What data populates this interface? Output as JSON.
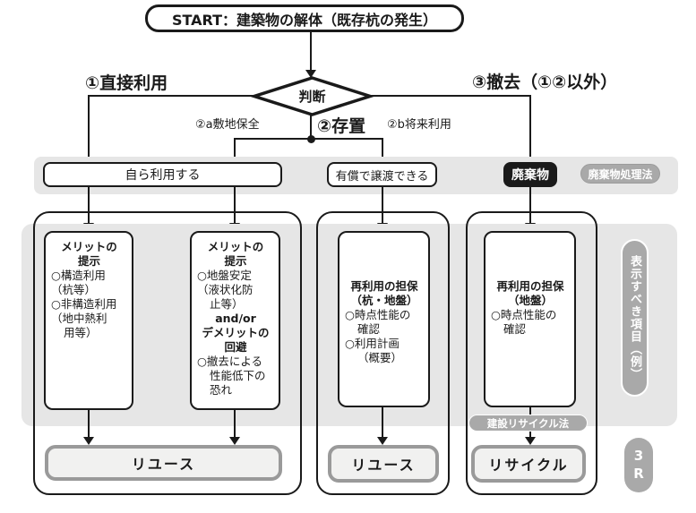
{
  "title": "START：建築物の解体（既存杭の発生）",
  "decision": "判断",
  "branches": {
    "b1": "①直接利用",
    "b2": "②存置",
    "b2a": "②a敷地保全",
    "b2b": "②b将来利用",
    "b3": "③撤去（①②以外）"
  },
  "band1": {
    "own_use": "自ら利用する",
    "paid_transfer": "有償で譲渡できる",
    "waste": "廃棄物",
    "waste_law": "廃棄物処理法"
  },
  "boxes": {
    "a": {
      "lines": [
        {
          "t": "メリットの",
          "s": "hc"
        },
        {
          "t": "提示",
          "s": "hc"
        },
        {
          "t": "○構造利用",
          "s": "n"
        },
        {
          "t": "（杭等）",
          "s": "n"
        },
        {
          "t": "○非構造利用",
          "s": "n"
        },
        {
          "t": "（地中熱利",
          "s": "n"
        },
        {
          "t": "用等）",
          "s": "ind"
        }
      ]
    },
    "b": {
      "lines": [
        {
          "t": "メリットの",
          "s": "hc"
        },
        {
          "t": "提示",
          "s": "hc"
        },
        {
          "t": "○地盤安定",
          "s": "n"
        },
        {
          "t": "（液状化防",
          "s": "n"
        },
        {
          "t": "止等）",
          "s": "ind"
        },
        {
          "t": "and/or",
          "s": "hc"
        },
        {
          "t": "デメリットの",
          "s": "hc"
        },
        {
          "t": "回避",
          "s": "hc"
        },
        {
          "t": "○撤去による",
          "s": "n"
        },
        {
          "t": "性能低下の",
          "s": "ind"
        },
        {
          "t": "恐れ",
          "s": "ind"
        }
      ]
    },
    "c": {
      "lines": [
        {
          "t": "再利用の担保",
          "s": "hc"
        },
        {
          "t": "（杭・地盤）",
          "s": "hc"
        },
        {
          "t": "○時点性能の",
          "s": "n"
        },
        {
          "t": "確認",
          "s": "ind"
        },
        {
          "t": "○利用計画",
          "s": "n"
        },
        {
          "t": "（概要）",
          "s": "ind"
        }
      ]
    },
    "d": {
      "lines": [
        {
          "t": "再利用の担保",
          "s": "hc"
        },
        {
          "t": "（地盤）",
          "s": "hc"
        },
        {
          "t": "○時点性能の",
          "s": "n"
        },
        {
          "t": "確認",
          "s": "ind"
        }
      ]
    }
  },
  "outcomes": {
    "reuse_left": "リユース",
    "reuse_mid": "リユース",
    "recycle": "リサイクル",
    "recycle_law": "建設リサイクル法"
  },
  "side": {
    "display_items": "表示すべき項目（例）",
    "three_r": "3R"
  },
  "colors": {
    "line_black": "#1a1a1a",
    "band_gray": "#e6e6e6",
    "pill_gray": "#a9a9a9",
    "outcome_fill": "#f1f1f0",
    "outcome_border": "#9a9a9a"
  }
}
